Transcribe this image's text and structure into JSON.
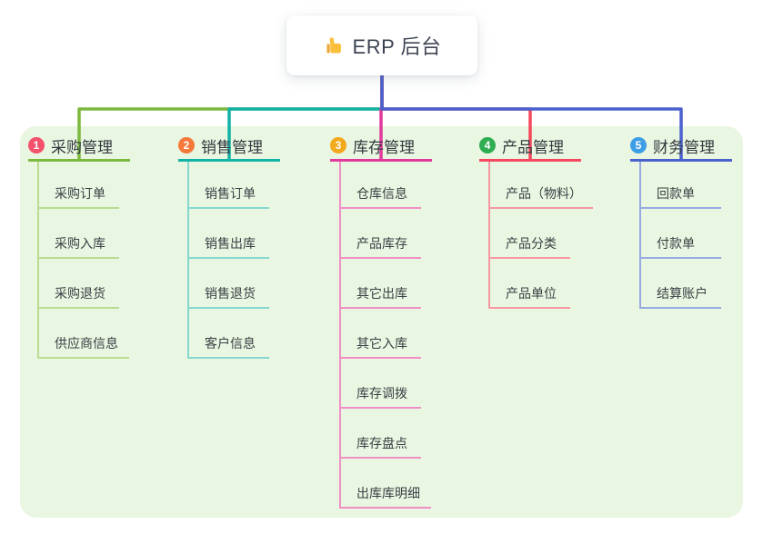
{
  "root": {
    "title": "ERP 后台",
    "icon": "thumbs-up"
  },
  "panel": {
    "background": "#e9f6e1"
  },
  "branches": [
    {
      "index": "1",
      "label": "采购管理",
      "badge_color": "#f4516c",
      "line_color": "#7cb93f",
      "light_color": "#b9dc92",
      "children": [
        "采购订单",
        "采购入库",
        "采购退货",
        "供应商信息"
      ]
    },
    {
      "index": "2",
      "label": "销售管理",
      "badge_color": "#f4793b",
      "line_color": "#12b2a6",
      "light_color": "#84d8cf",
      "children": [
        "销售订单",
        "销售出库",
        "销售退货",
        "客户信息"
      ]
    },
    {
      "index": "3",
      "label": "库存管理",
      "badge_color": "#f3a91c",
      "line_color": "#e03a9c",
      "light_color": "#f08fc6",
      "children": [
        "仓库信息",
        "产品库存",
        "其它出库",
        "其它入库",
        "库存调拨",
        "库存盘点",
        "出库库明细"
      ]
    },
    {
      "index": "4",
      "label": "产品管理",
      "badge_color": "#2fad52",
      "line_color": "#f5485e",
      "light_color": "#f797a2",
      "children": [
        "产品（物料）",
        "产品分类",
        "产品单位"
      ]
    },
    {
      "index": "5",
      "label": "财务管理",
      "badge_color": "#3e9ee5",
      "line_color": "#4a61ce",
      "light_color": "#96aae3",
      "children": [
        "回款单",
        "付款单",
        "结算账户"
      ]
    }
  ]
}
